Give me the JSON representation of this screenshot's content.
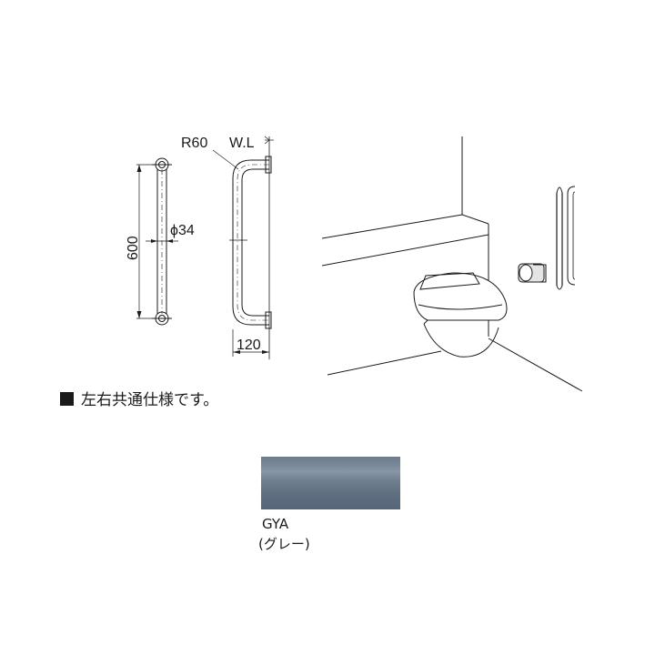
{
  "dimensions": {
    "length": "600",
    "diameter": "ϕ34",
    "radius": "R60",
    "water_line": "W.L",
    "projection": "120"
  },
  "note": {
    "text": "左右共通仕様です。"
  },
  "color_option": {
    "code": "GYA",
    "name": "(グレー)",
    "swatch_hex": "#6f7f90"
  }
}
